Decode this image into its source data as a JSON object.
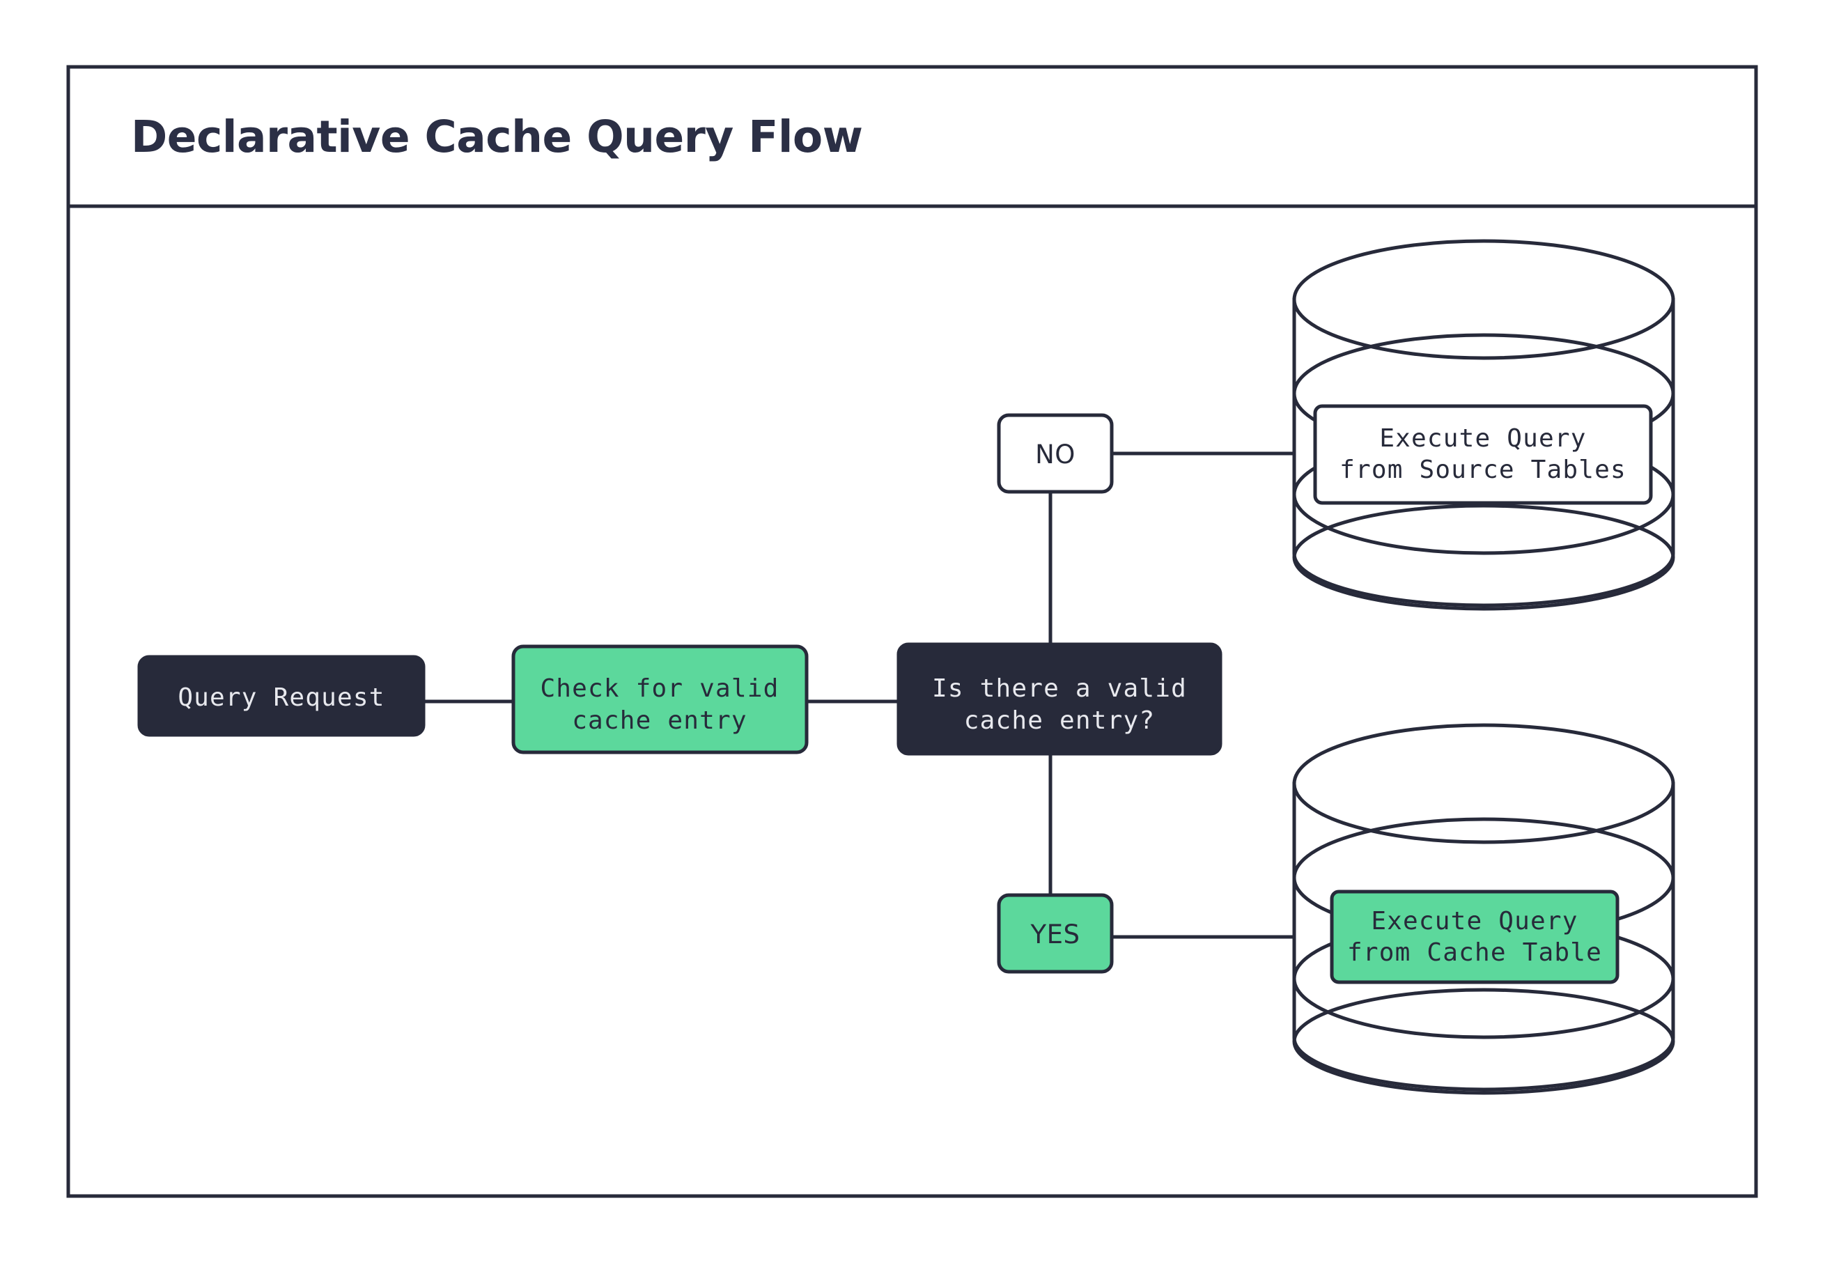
{
  "diagram": {
    "title": "Declarative Cache Query Flow",
    "accent_green": "#5cd89c",
    "ink_dark": "#272a3a",
    "surface_white": "#ffffff",
    "nodes": [
      {
        "id": "query-request",
        "label_line1": "Query Request",
        "label_line2": "",
        "style": "dark",
        "shape": "rounded-rect"
      },
      {
        "id": "check-cache",
        "label_line1": "Check for valid",
        "label_line2": "cache entry",
        "style": "green",
        "shape": "rounded-rect"
      },
      {
        "id": "decision-valid-cache",
        "label_line1": "Is there a valid",
        "label_line2": "cache entry?",
        "style": "dark",
        "shape": "rounded-rect"
      },
      {
        "id": "execute-source",
        "label_line1": "Execute Query",
        "label_line2": "from Source Tables",
        "style": "white",
        "shape": "rounded-rect-in-cylinder"
      },
      {
        "id": "execute-cache",
        "label_line1": "Execute Query",
        "label_line2": "from Cache Table",
        "style": "green",
        "shape": "rounded-rect-in-cylinder"
      }
    ],
    "edge_labels": [
      {
        "id": "branch-no",
        "text": "NO",
        "style": "white"
      },
      {
        "id": "branch-yes",
        "text": "YES",
        "style": "green"
      }
    ],
    "databases": [
      {
        "id": "source-tables-db",
        "icon": "database-cylinder-icon"
      },
      {
        "id": "cache-table-db",
        "icon": "database-cylinder-icon"
      }
    ]
  }
}
